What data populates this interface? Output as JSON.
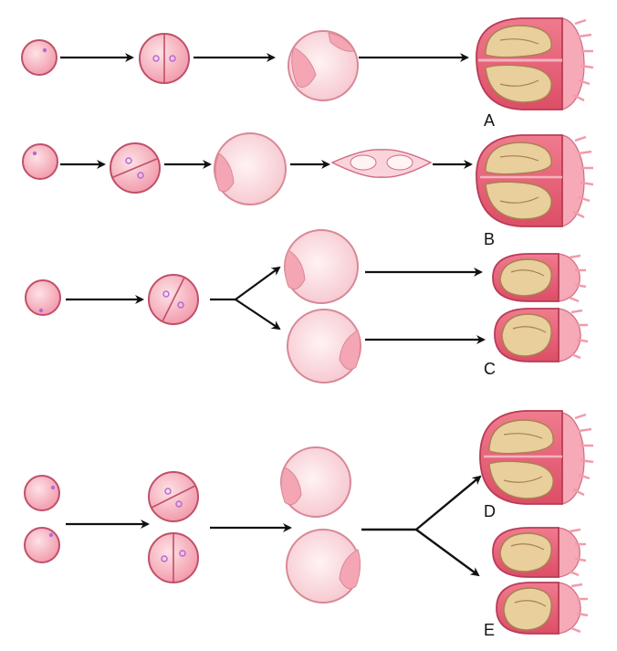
{
  "diagram": {
    "rows": [
      {
        "id": "row-a",
        "label": "A"
      },
      {
        "id": "row-b",
        "label": "B"
      },
      {
        "id": "row-c",
        "label": "C"
      },
      {
        "id": "row-d",
        "label": "D"
      },
      {
        "id": "row-e",
        "label": "E"
      }
    ]
  },
  "colors": {
    "cell_fill": "#f8c2c8",
    "cell_stroke": "#c0506a",
    "nucleus": "#b36bd6",
    "cavity_fill": "#fde8ea",
    "embryo_fill": "#e8cf9c",
    "embryo_stroke": "#a88150",
    "sac_fill": "#e9657a",
    "placenta_fill": "#f6a9b7",
    "arrow": "#111111"
  }
}
